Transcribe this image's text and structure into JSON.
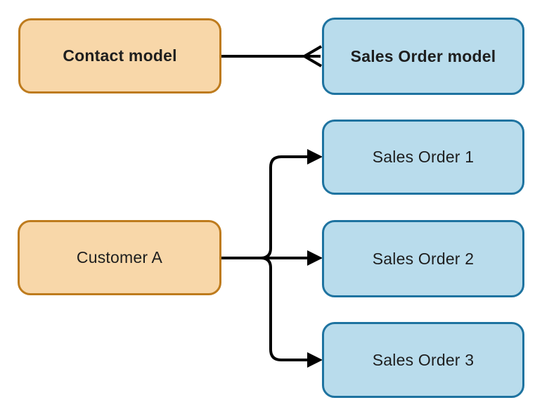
{
  "diagram": {
    "colors": {
      "background": "#ffffff",
      "orange_fill": "#f8d7a9",
      "orange_stroke": "#be7b1d",
      "blue_fill": "#b9dcec",
      "blue_stroke": "#1e73a0",
      "line": "#000000",
      "text": "#1e1e1e"
    },
    "nodes": [
      {
        "id": "contact-model",
        "label": "Contact model",
        "style": "orange",
        "emphasis": "bold"
      },
      {
        "id": "sales-order-model",
        "label": "Sales Order model",
        "style": "blue",
        "emphasis": "bold"
      },
      {
        "id": "customer-a",
        "label": "Customer A",
        "style": "orange",
        "emphasis": "regular"
      },
      {
        "id": "sales-order-1",
        "label": "Sales Order 1",
        "style": "blue",
        "emphasis": "regular"
      },
      {
        "id": "sales-order-2",
        "label": "Sales Order 2",
        "style": "blue",
        "emphasis": "regular"
      },
      {
        "id": "sales-order-3",
        "label": "Sales Order 3",
        "style": "blue",
        "emphasis": "regular"
      }
    ],
    "edges": [
      {
        "from": "Contact model",
        "to": "Sales Order model",
        "connector": "crows-foot-many"
      },
      {
        "from": "Customer A",
        "to": "Sales Order 1",
        "connector": "arrow"
      },
      {
        "from": "Customer A",
        "to": "Sales Order 2",
        "connector": "arrow"
      },
      {
        "from": "Customer A",
        "to": "Sales Order 3",
        "connector": "arrow"
      }
    ]
  }
}
